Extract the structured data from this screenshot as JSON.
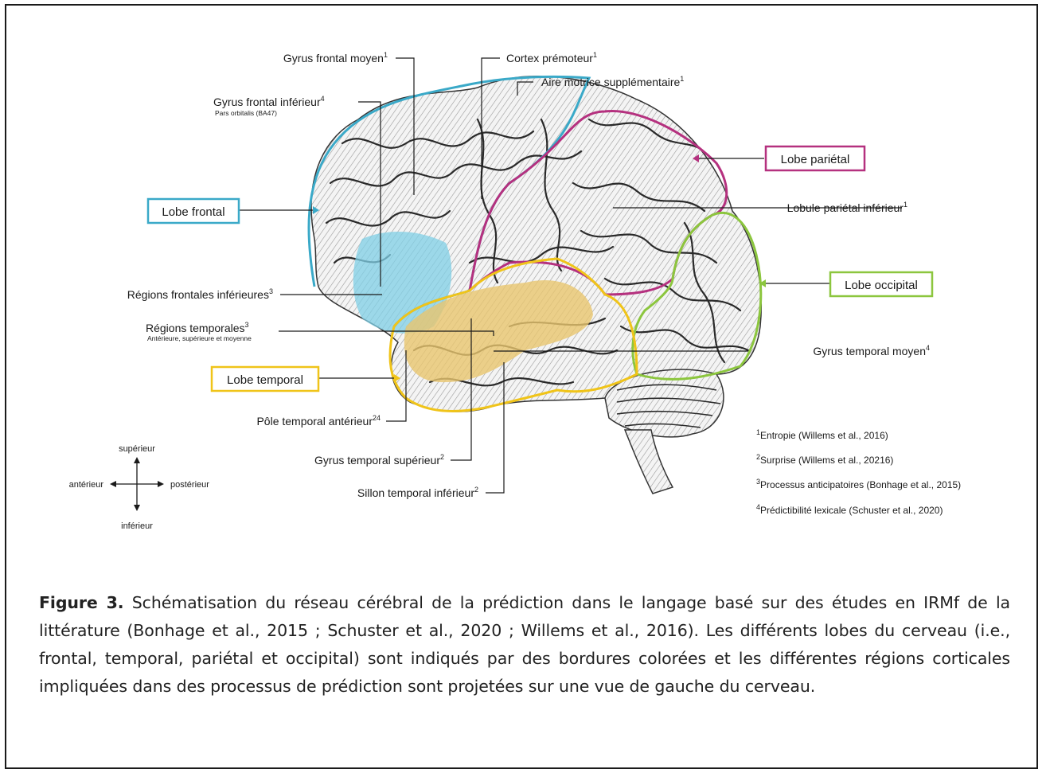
{
  "labels": {
    "gyrus_frontal_moyen": "Gyrus frontal moyen",
    "gyrus_frontal_moyen_sup": "1",
    "gyrus_frontal_inferieur": "Gyrus frontal inférieur",
    "gyrus_frontal_inferieur_sup": "4",
    "gyrus_frontal_inferieur_sub": "Pars orbitalis (BA47)",
    "cortex_premoteur": "Cortex prémoteur",
    "cortex_premoteur_sup": "1",
    "aire_motrice": "Aire motrice supplémentaire",
    "aire_motrice_sup": "1",
    "lobule_parietal": "Lobule pariétal inférieur",
    "lobule_parietal_sup": "1",
    "regions_frontales": "Régions frontales inférieures",
    "regions_frontales_sup": "3",
    "regions_temporales": "Régions temporales",
    "regions_temporales_sup": "3",
    "regions_temporales_sub": "Antérieure, supérieure et moyenne",
    "gyrus_temporal_moyen": "Gyrus temporal moyen",
    "gyrus_temporal_moyen_sup": "4",
    "pole_temporal": "Pôle temporal antérieur",
    "pole_temporal_sup": "24",
    "gyrus_temporal_superieur": "Gyrus temporal supérieur",
    "gyrus_temporal_superieur_sup": "2",
    "sillon_temporal": "Sillon temporal inférieur",
    "sillon_temporal_sup": "2"
  },
  "lobes": {
    "frontal": "Lobe frontal",
    "parietal": "Lobe pariétal",
    "occipital": "Lobe occipital",
    "temporal": "Lobe temporal"
  },
  "colors": {
    "frontal": "#3aa9c8",
    "parietal": "#b5317f",
    "occipital": "#8cc63e",
    "temporal": "#f0c419",
    "frontal_fill": "#7fcfe6",
    "temporal_fill": "#e8c66e"
  },
  "compass": {
    "superieur": "supérieur",
    "inferieur": "inférieur",
    "anterieur": "antérieur",
    "posterieur": "postérieur"
  },
  "references": [
    {
      "num": "1",
      "text": "Entropie (Willems et al., 2016)"
    },
    {
      "num": "2",
      "text": "Surprise (Willems et al., 20216)"
    },
    {
      "num": "3",
      "text": "Processus anticipatoires (Bonhage et al., 2015)"
    },
    {
      "num": "4",
      "text": "Prédictibilité lexicale (Schuster et al., 2020)"
    }
  ],
  "caption": {
    "label": "Figure 3.",
    "text": " Schématisation du réseau cérébral de la prédiction dans le langage basé sur des études en IRMf de la littérature (Bonhage et al., 2015 ; Schuster et al., 2020 ; Willems et al., 2016). Les différents lobes du cerveau (i.e., frontal, temporal, pariétal et occipital) sont indiqués par des bordures colorées et les différentes régions corticales impliquées dans des processus de prédiction sont projetées sur une vue de gauche du cerveau."
  }
}
